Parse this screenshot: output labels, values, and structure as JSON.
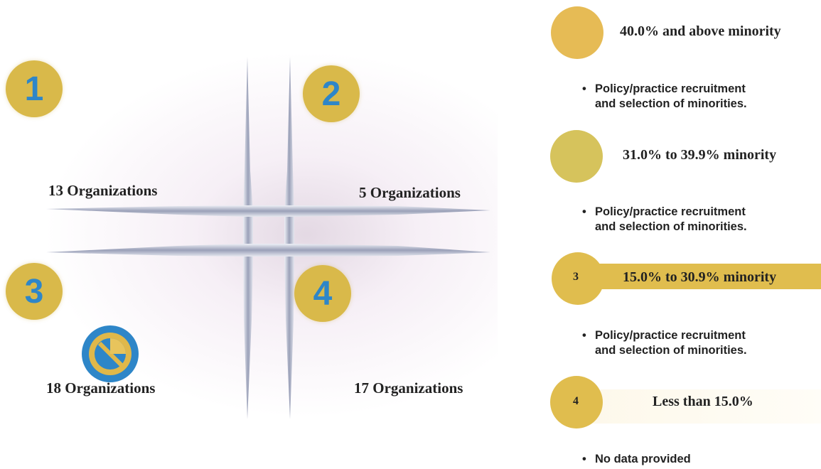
{
  "quadrants": [
    {
      "number": "1",
      "organizations": "13 Organizations"
    },
    {
      "number": "2",
      "organizations": "5 Organizations"
    },
    {
      "number": "3",
      "organizations": "18 Organizations"
    },
    {
      "number": "4",
      "organizations": "17 Organizations"
    }
  ],
  "legend": [
    {
      "label": "40.0%  and above minority",
      "bullet": [
        "Policy/practice recruitment",
        "and selection of minorities."
      ],
      "color": "#e6bb55"
    },
    {
      "label": "31.0% to 39.9%  minority",
      "bullet": [
        "Policy/practice recruitment",
        "and selection of minorities."
      ],
      "color": "#d6c35c"
    },
    {
      "number": "3",
      "label": "15.0% to 30.9%  minority",
      "bullet": [
        "Policy/practice recruitment",
        "and selection of minorities."
      ],
      "color": "#e0bd4e"
    },
    {
      "number": "4",
      "label": "Less than  15.0%",
      "bullet": [
        "No data provided"
      ],
      "color": "#e0bd4e"
    }
  ],
  "colors": {
    "badge": "#d9b94a",
    "badge_text": "#2e86c8",
    "icon_blue": "#2e86c8",
    "icon_gold": "#e0b84a"
  }
}
